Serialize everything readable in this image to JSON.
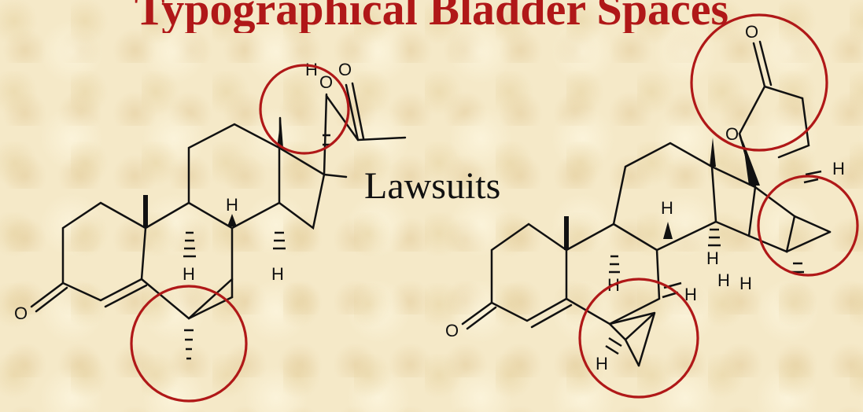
{
  "title": "Typographical Bladder Spaces",
  "label": "Lawsuits",
  "atoms": {
    "O": "O",
    "H": "H"
  },
  "colors": {
    "background": "#f5e9c8",
    "accent": "#b01818",
    "ink": "#111111"
  }
}
